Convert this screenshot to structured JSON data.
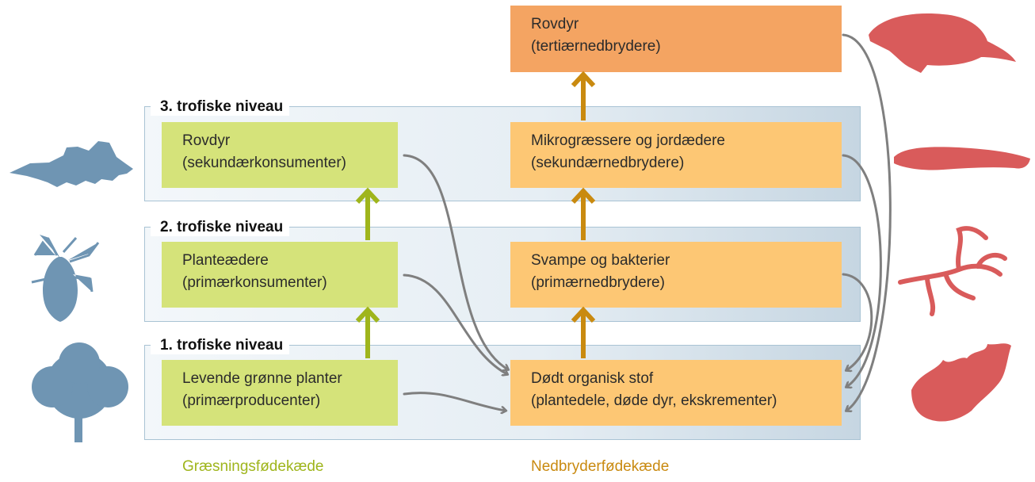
{
  "levels": {
    "l3": "3. trofiske niveau",
    "l2": "2. trofiske niveau",
    "l1": "1. trofiske niveau"
  },
  "grazing_chain": {
    "label": "Græsningsfødekæde",
    "color": "#9fb51c",
    "boxes": {
      "secondary": {
        "line1": "Rovdyr",
        "line2": "(sekundærkonsumenter)"
      },
      "primary": {
        "line1": "Planteædere",
        "line2": "(primærkonsumenter)"
      },
      "producer": {
        "line1": "Levende grønne planter",
        "line2": "(primærproducenter)"
      }
    }
  },
  "decomposer_chain": {
    "label": "Nedbryderfødekæde",
    "color": "#c98a10",
    "boxes": {
      "tertiary": {
        "line1": "Rovdyr",
        "line2": "(tertiærnedbrydere)"
      },
      "secondary": {
        "line1": "Mikrogræssere og jordædere",
        "line2": "(sekundærnedbrydere)"
      },
      "primary": {
        "line1": "Svampe og bakterier",
        "line2": "(primærnedbrydere)"
      },
      "detritus": {
        "line1": "Dødt organisk stof",
        "line2": "(plantedele, døde dyr, ekskrementer)"
      }
    }
  },
  "icons": {
    "left": [
      "shrew-icon",
      "aphid-icon",
      "tree-icon"
    ],
    "right": [
      "mole-icon",
      "millipede-icon",
      "fungus-hyphae-icon",
      "leaf-icon"
    ],
    "left_color": "#6f95b3",
    "right_color": "#d95b5b"
  }
}
